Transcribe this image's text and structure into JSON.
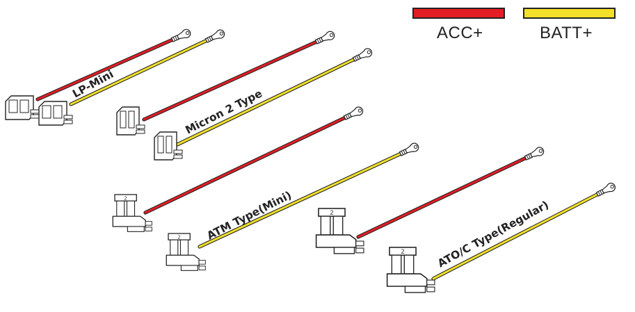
{
  "legend": {
    "acc": {
      "label": "ACC+",
      "color": "#e31e25"
    },
    "batt": {
      "label": "BATT+",
      "color": "#f2e02a"
    }
  },
  "wire_colors": {
    "red": "#e31e25",
    "yellow": "#f2e02a",
    "outline": "#222222"
  },
  "adapters": [
    {
      "type_label": "LP-Mini"
    },
    {
      "type_label": "Micron 2 Type"
    },
    {
      "type_label": "ATM Type(Mini)"
    },
    {
      "type_label": "ATO/C Type(Regular)"
    }
  ],
  "fuse_slot_number": "2"
}
